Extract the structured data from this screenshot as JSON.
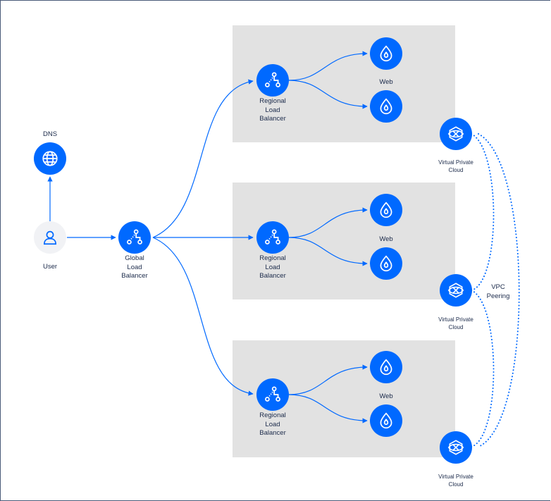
{
  "dns": {
    "label": "DNS"
  },
  "user": {
    "label": "User"
  },
  "global_lb": {
    "line1": "Global",
    "line2": "Load",
    "line3": "Balancer"
  },
  "regions": [
    {
      "lb": {
        "line1": "Regional",
        "line2": "Load",
        "line3": "Balancer"
      },
      "web_label": "Web",
      "vpc": {
        "line1": "Virtual Private",
        "line2": "Cloud"
      }
    },
    {
      "lb": {
        "line1": "Regional",
        "line2": "Load",
        "line3": "Balancer"
      },
      "web_label": "Web",
      "vpc": {
        "line1": "Virtual Private",
        "line2": "Cloud"
      }
    },
    {
      "lb": {
        "line1": "Regional",
        "line2": "Load",
        "line3": "Balancer"
      },
      "web_label": "Web",
      "vpc": {
        "line1": "Virtual Private",
        "line2": "Cloud"
      }
    }
  ],
  "vpc_peering": {
    "line1": "VPC",
    "line2": "Peering"
  },
  "colors": {
    "node_blue": "#0069ff",
    "region_gray": "#e2e2e2",
    "text": "#1b2a4a"
  },
  "icons": {
    "dns": "globe-icon",
    "user": "user-icon",
    "load_balancer": "load-balancer-icon",
    "web": "droplet-icon",
    "vpc": "vpc-icon"
  }
}
